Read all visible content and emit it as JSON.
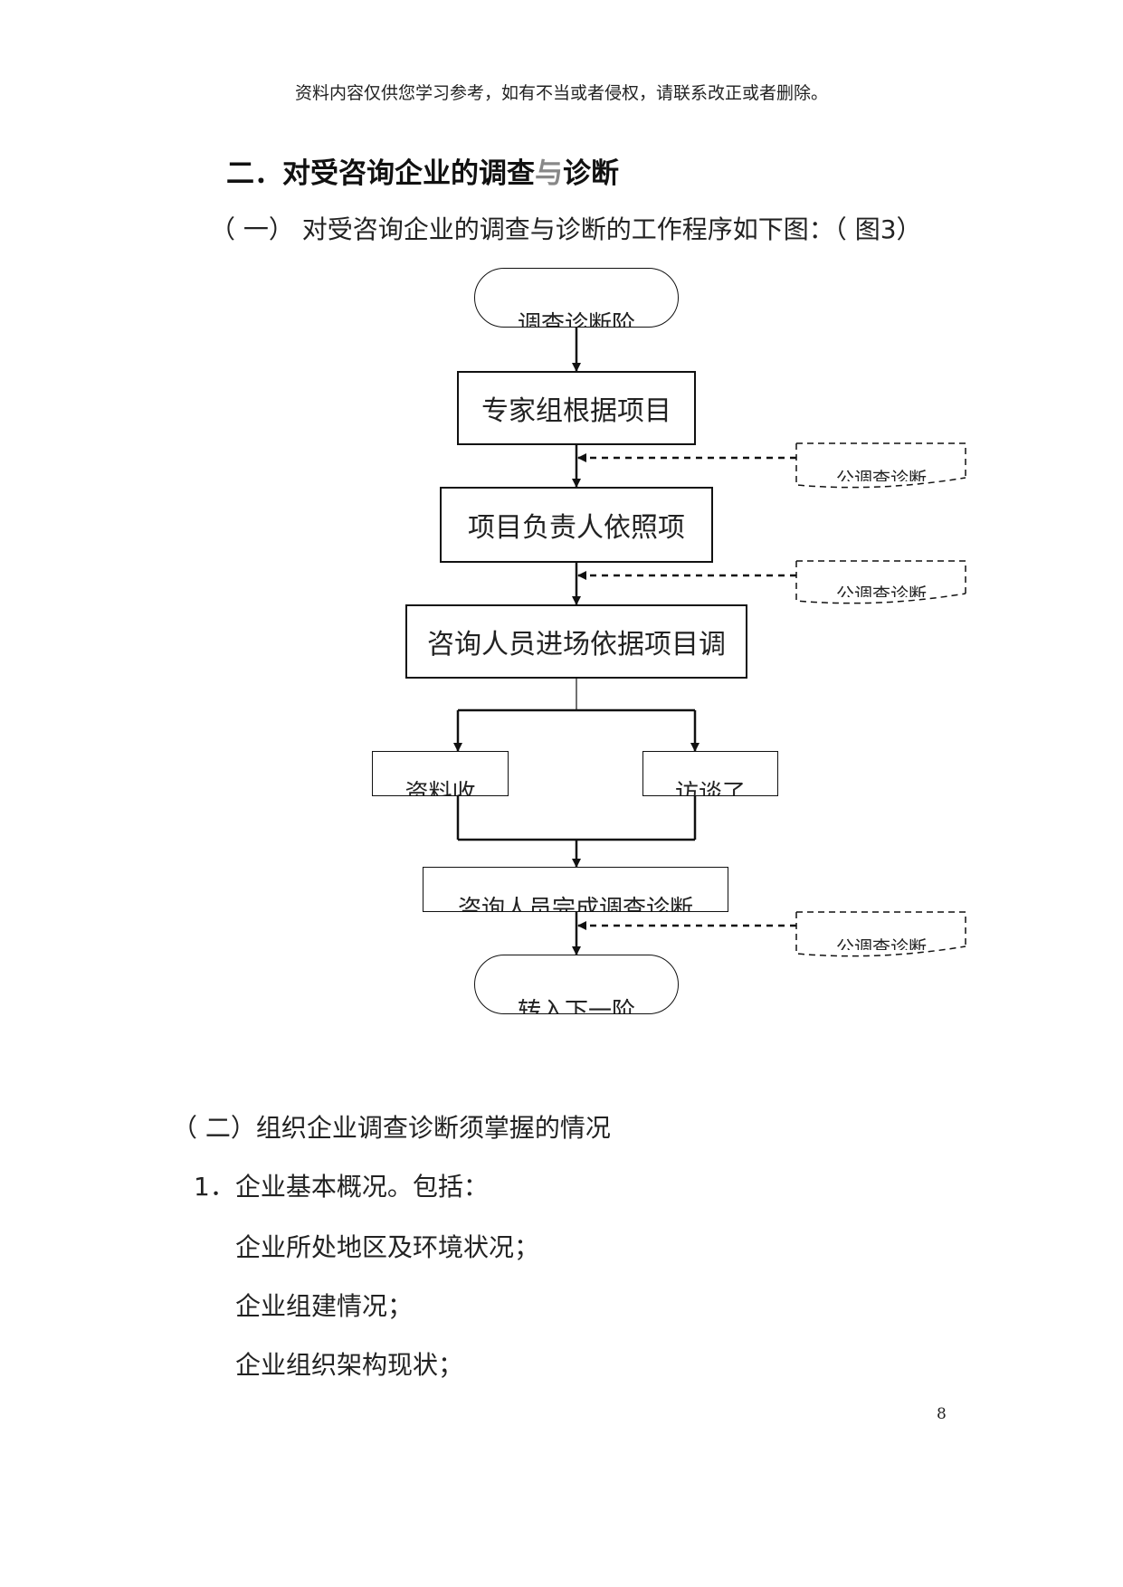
{
  "header": {
    "disclaimer": "资料内容仅供您学习参考，如有不当或者侵权，请联系改正或者删除。"
  },
  "section": {
    "title_part1": "二．对受咨询企业的调查",
    "title_gray": "与",
    "title_part2": "诊断",
    "subheading1": "（ 一） 对受咨询企业的调查与诊断的工作程序如下图：（ 图3）"
  },
  "flowchart": {
    "start": "调查诊断阶",
    "step1": "专家组根据项目",
    "step2": "项目负责人依照项",
    "step3": "咨询人员进场依据项目调",
    "branch_left": "资料收",
    "branch_right": "访谈了",
    "step4": "咨询人员完成调查诊断",
    "end": "转入下一阶",
    "side_note_1": "公调查诊断",
    "side_note_2": "公调查诊断",
    "side_note_3": "公调查诊断"
  },
  "body": {
    "subheading2": "（ 二）组织企业调查诊断须掌握的情况",
    "item1": "1．企业基本概况。包括：",
    "lines": [
      "企业所处地区及环境状况；",
      "企业组建情况；",
      "企业组织架构现状；"
    ]
  },
  "footer": {
    "page_number": "8"
  }
}
